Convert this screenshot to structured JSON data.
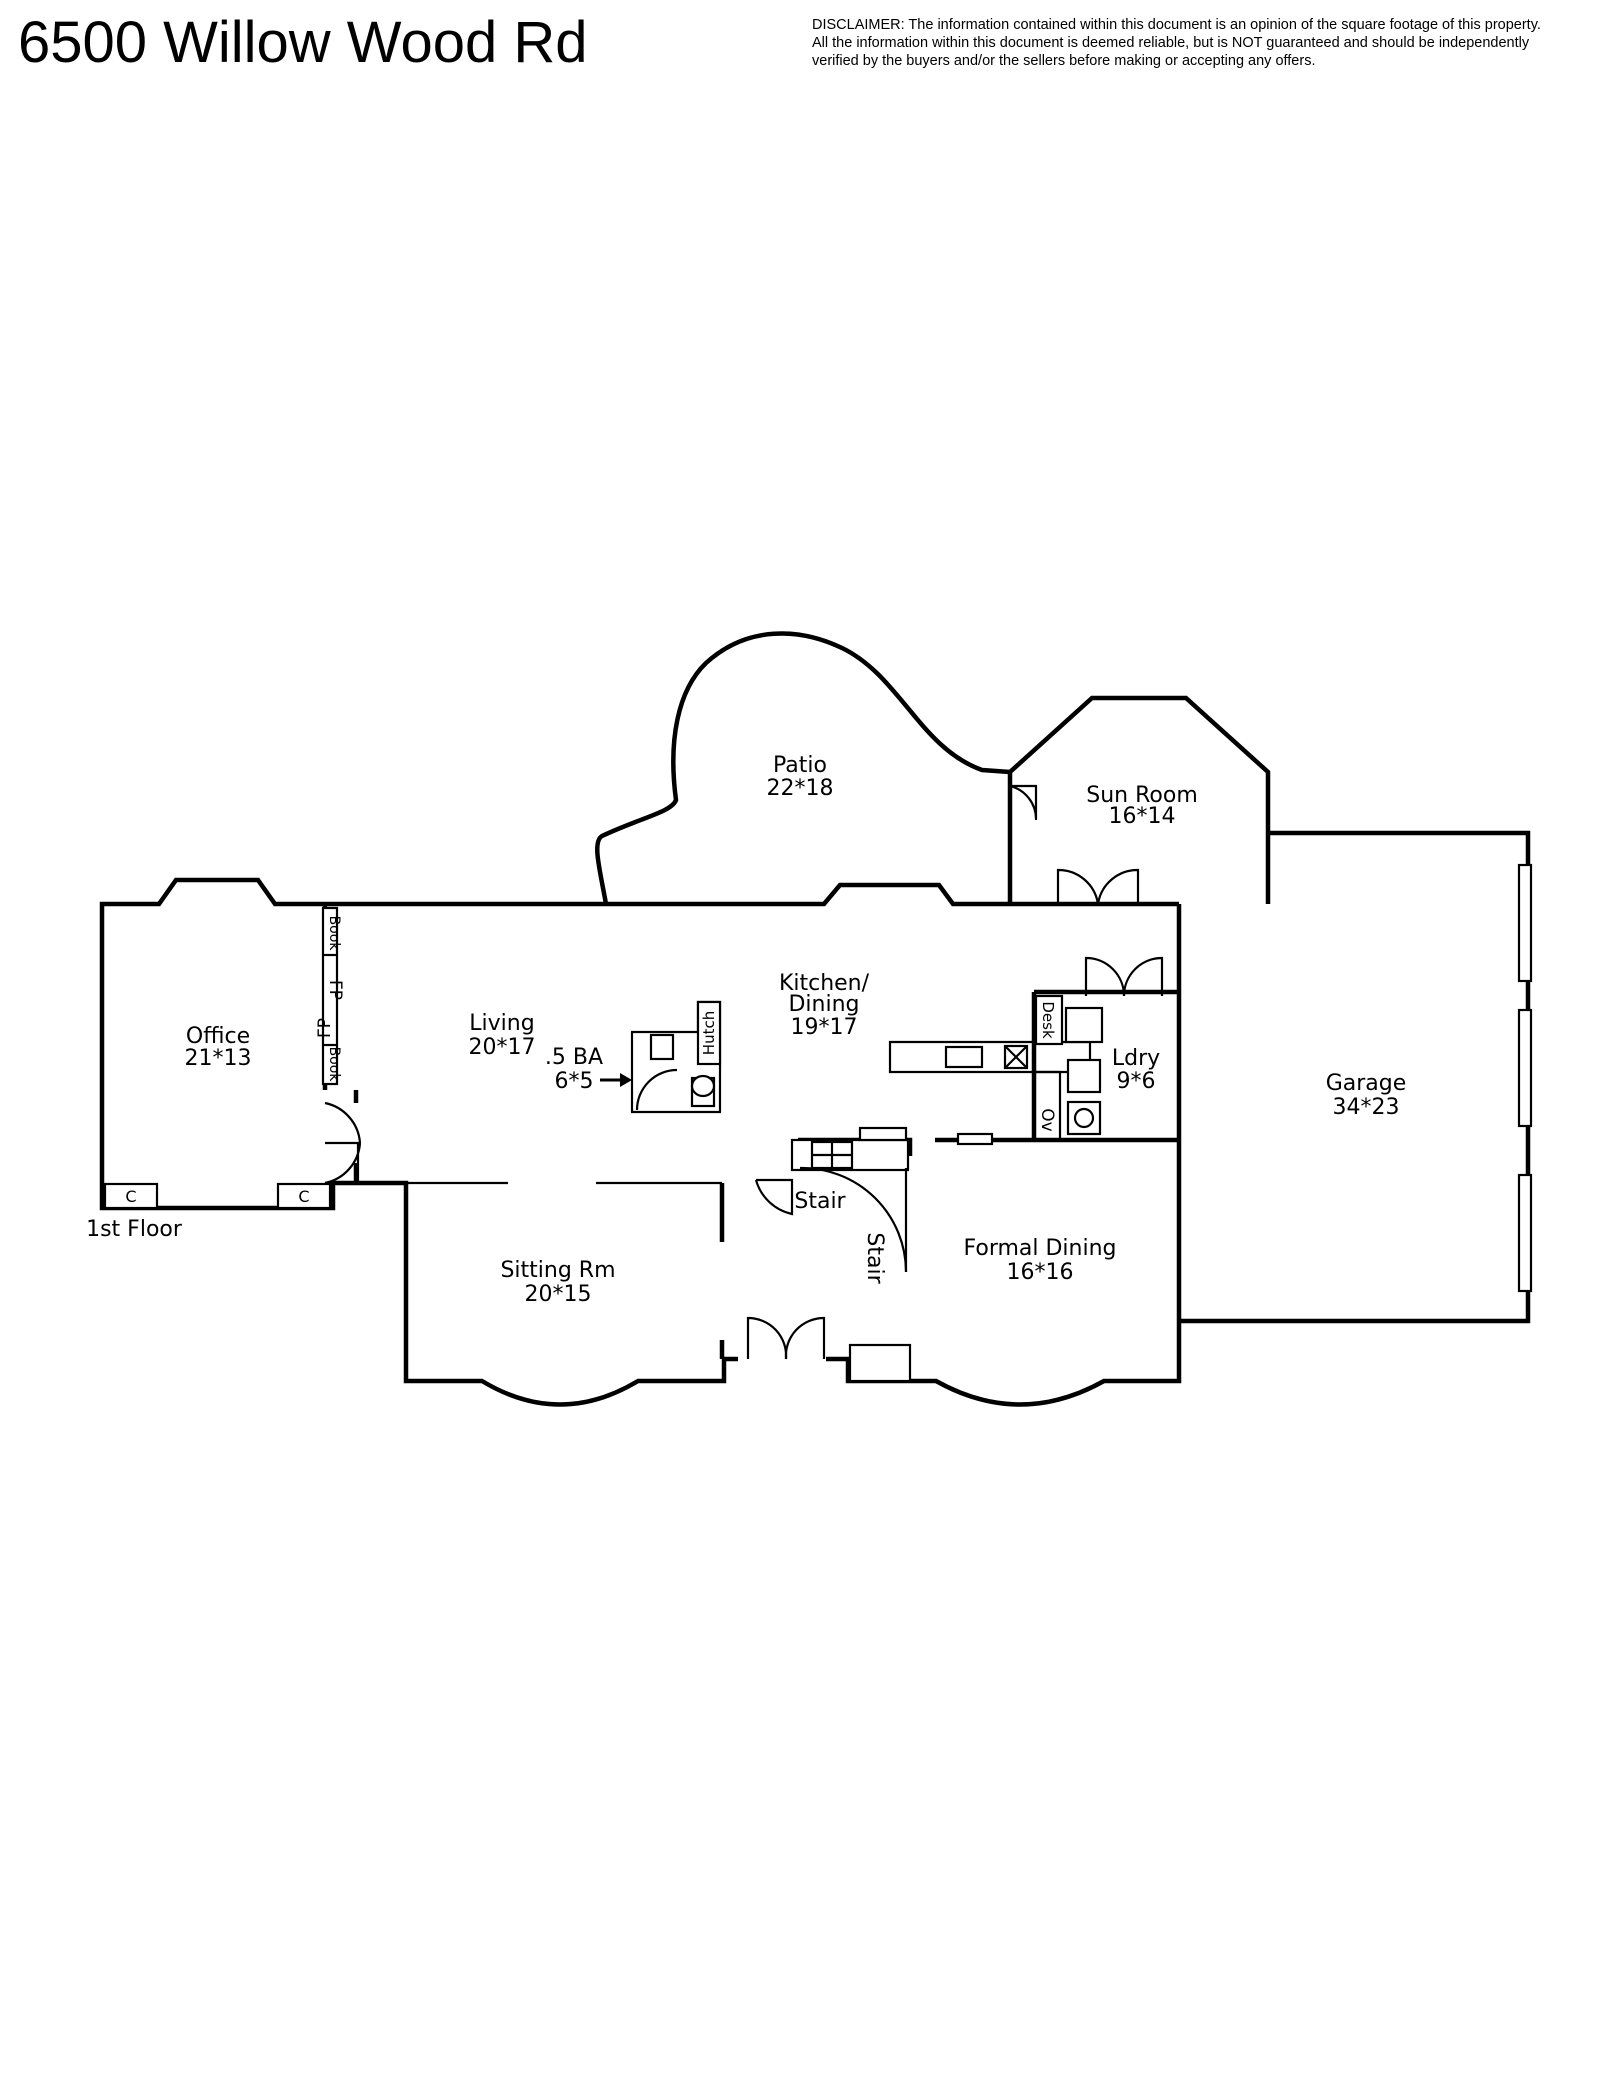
{
  "header": {
    "address": "6500 Willow Wood Rd",
    "disclaimer": [
      "DISCLAIMER: The information contained within this document is an opinion of the square footage of this property.",
      "All the information within this document is deemed reliable, but is NOT guaranteed and should be independently",
      "verified by the buyers and/or the sellers before making or accepting any offers."
    ]
  },
  "floor_label": "1st Floor",
  "rooms": {
    "patio": {
      "name": "Patio",
      "size": "22*18"
    },
    "sun_room": {
      "name": "Sun Room",
      "size": "16*14"
    },
    "office": {
      "name": "Office",
      "size": "21*13"
    },
    "living": {
      "name": "Living",
      "size": "20*17"
    },
    "half_bath": {
      "name": ".5 BA",
      "size": "6*5"
    },
    "kitchen": {
      "name": "Kitchen/",
      "name2": "Dining",
      "size": "19*17"
    },
    "laundry": {
      "name": "Ldry",
      "size": "9*6"
    },
    "garage": {
      "name": "Garage",
      "size": "34*23"
    },
    "sitting": {
      "name": "Sitting Rm",
      "size": "20*15"
    },
    "formal_dining": {
      "name": "Formal Dining",
      "size": "16*16"
    }
  },
  "fixtures": {
    "book": "Book",
    "fireplace": "FP",
    "closet": "C",
    "hutch": "Hutch",
    "desk": "Desk",
    "oven": "Ov",
    "stair": "Stair"
  }
}
